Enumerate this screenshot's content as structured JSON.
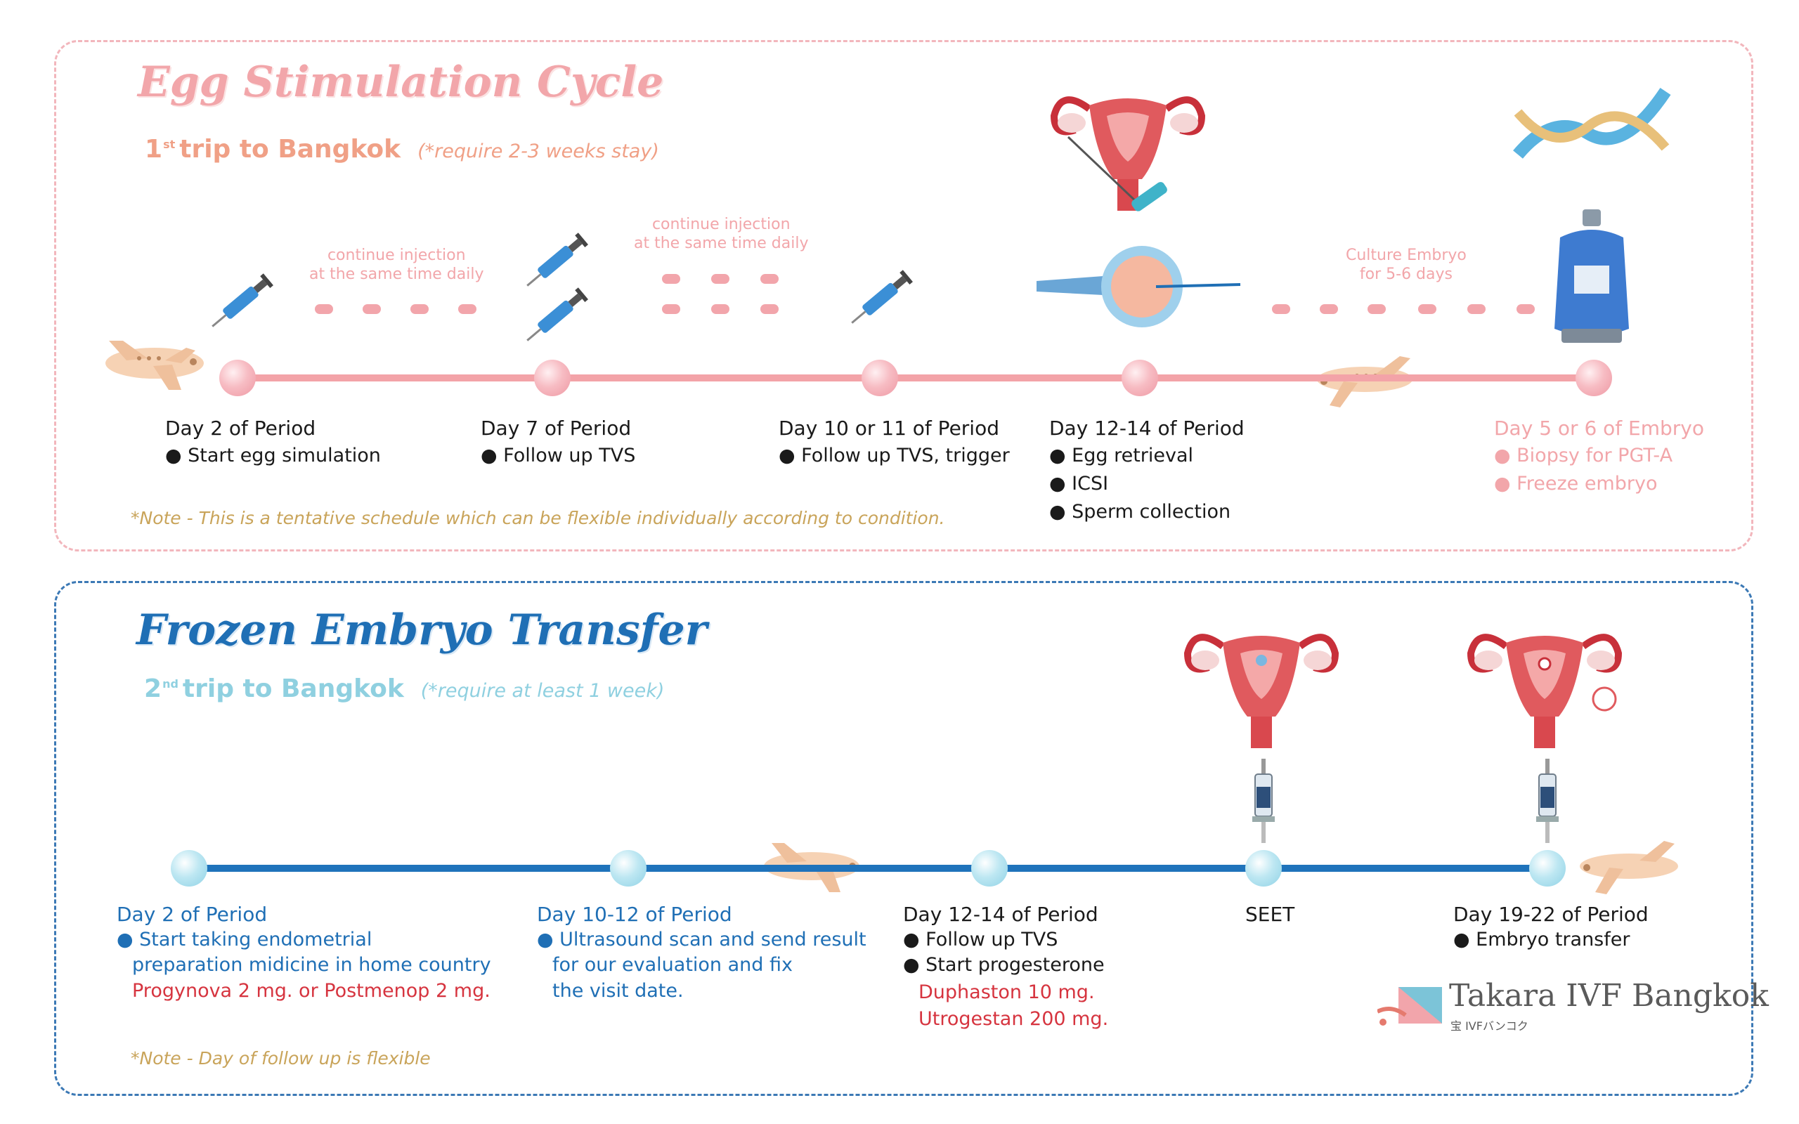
{
  "egg_cycle": {
    "title": "Egg Stimulation Cycle",
    "trip_number": "1",
    "trip_ordinal": "st",
    "trip_text": "trip to Bangkok",
    "trip_requirement": "(*require 2-3 weeks stay)",
    "hint_1_line1": "continue injection",
    "hint_1_line2": "at the same time daily",
    "hint_2_line1": "continue injection",
    "hint_2_line2": "at the same time daily",
    "hint_3_line1": "Culture Embryo",
    "hint_3_line2": "for 5-6 days",
    "stage_1": {
      "title": "Day 2 of Period",
      "bullet_1": "Start egg simulation"
    },
    "stage_2": {
      "title": "Day 7 of Period",
      "bullet_1": "Follow up TVS"
    },
    "stage_3": {
      "title": "Day 10 or 11 of Period",
      "bullet_1": "Follow up TVS, trigger"
    },
    "stage_4": {
      "title": "Day 12-14 of Period",
      "bullet_1": "Egg retrieval",
      "bullet_2": "ICSI",
      "bullet_3": "Sperm collection"
    },
    "stage_5": {
      "title": "Day 5 or 6 of Embryo",
      "bullet_1": "Biopsy for PGT-A",
      "bullet_2": "Freeze embryo"
    },
    "note": "*Note - This is a tentative schedule which can be flexible individually according to condition."
  },
  "fet": {
    "title": "Frozen Embryo Transfer",
    "trip_number": "2",
    "trip_ordinal": "nd",
    "trip_text": "trip to Bangkok",
    "trip_requirement": "(*require at least  1 week)",
    "stage_1": {
      "title": "Day 2 of Period",
      "bullet_1a": "Start taking endometrial",
      "bullet_1b": "preparation midicine in home country",
      "medicine": "Progynova 2 mg. or Postmenop 2 mg."
    },
    "stage_2": {
      "title": "Day 10-12 of Period",
      "bullet_1a": "Ultrasound scan and send result",
      "bullet_1b": "for our evaluation and fix",
      "bullet_1c": "the visit date."
    },
    "stage_3": {
      "title": "Day 12-14 of Period",
      "bullet_1": "Follow up TVS",
      "bullet_2": "Start progesterone",
      "medicine_1": "Duphaston 10 mg.",
      "medicine_2": "Utrogestan 200 mg."
    },
    "stage_4": {
      "title": "SEET"
    },
    "stage_5": {
      "title": "Day 19-22 of Period",
      "bullet_1": "Embryo transfer"
    },
    "note": "*Note - Day of follow up is flexible"
  },
  "logo": {
    "name": "Takara IVF Bangkok",
    "subtitle": "宝 IVFバンコク"
  },
  "colors": {
    "pink_accent": "#f3a3a8",
    "blue_accent": "#1f73bb",
    "note_gold": "#c9a45a",
    "medicine_red": "#d6343f"
  }
}
